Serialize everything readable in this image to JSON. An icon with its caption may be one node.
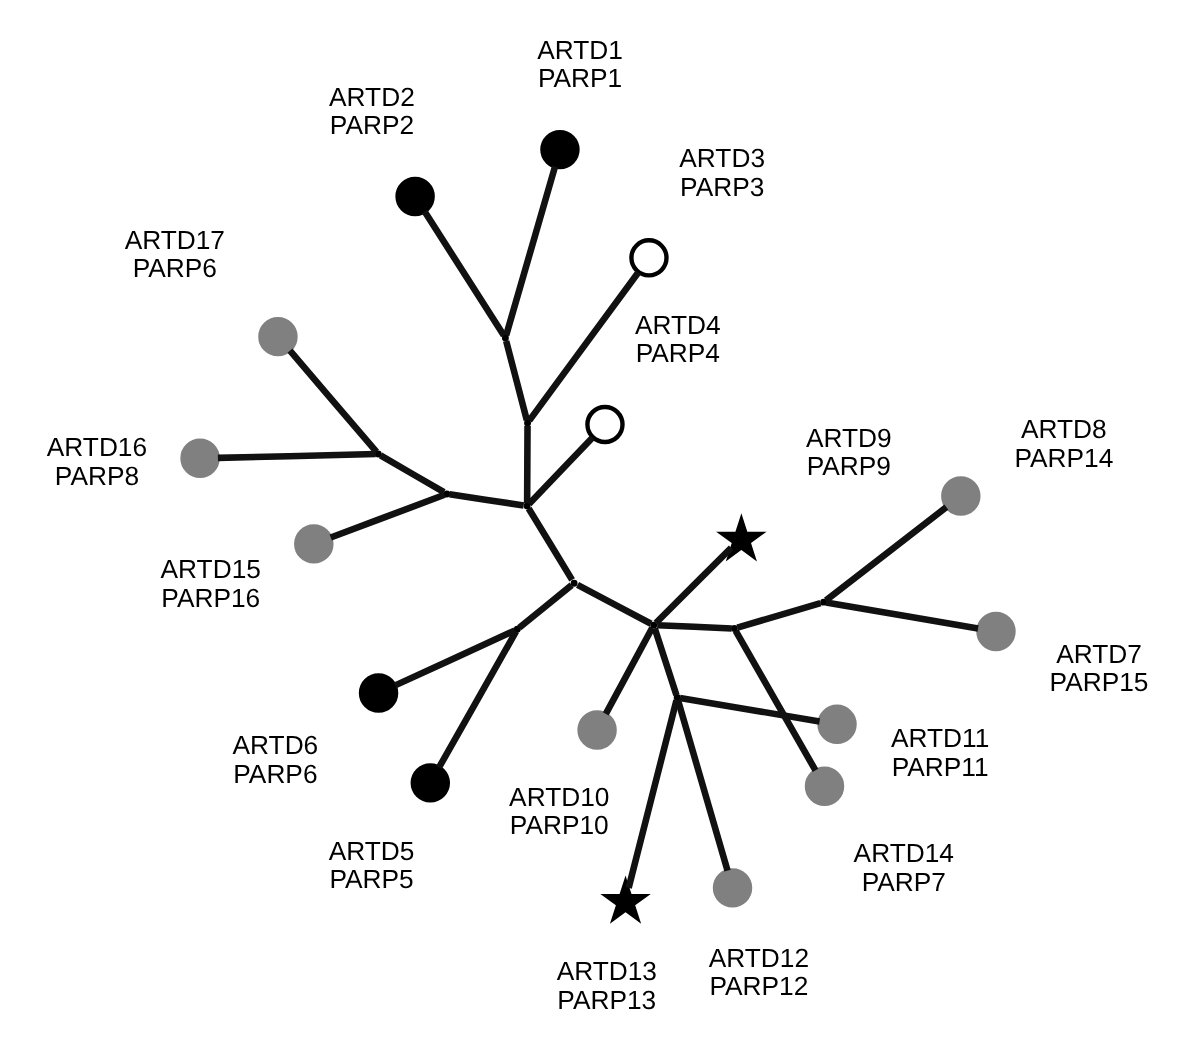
{
  "diagram": {
    "nodes": [
      {
        "text": [],
        "shape": "circle",
        "beside": [
          "ARTD5 PARP5"
        ]
      },
      {
        "text": [],
        "shape": "circle",
        "beside": [
          "ARTD6 PARP6"
        ]
      },
      {
        "text": [],
        "shape": "circle",
        "beside": [
          "ARTD3 PARP3"
        ]
      },
      {
        "text": [],
        "shape": "cross",
        "beside": [
          "ARTD9 PARP9"
        ]
      },
      {
        "text": [],
        "shape": "circle",
        "beside": [
          "ARTD2 PARP2"
        ]
      },
      {
        "text": [],
        "shape": "circle",
        "beside": [
          "ARTD11 PARP11"
        ]
      },
      {
        "text": [],
        "shape": "circle",
        "beside": [
          "ARTD12 PARP12"
        ]
      },
      {
        "text": [],
        "shape": "circle",
        "beside": [
          "ARTD1 PARP1"
        ]
      },
      {
        "text": [],
        "shape": "cross",
        "beside": [
          "ARTD13 PARP13"
        ]
      },
      {
        "text": [],
        "shape": "circle",
        "beside": [
          "ARTD4 PARP4"
        ]
      },
      {
        "text": [],
        "shape": "circle",
        "beside": [
          "ARTD14 PARP7"
        ]
      },
      {
        "text": [],
        "shape": "circle",
        "beside": [
          "ARTD7 PARP15"
        ]
      },
      {
        "text": [],
        "shape": "circle",
        "beside": [
          "ARTD15 PARP16"
        ]
      },
      {
        "text": [],
        "shape": "circle",
        "beside": [
          "ARTD8 PARP14"
        ]
      },
      {
        "text": [],
        "shape": "circle",
        "beside": [
          "ARTD10 PARP10"
        ]
      },
      {
        "text": [],
        "shape": "circle",
        "beside": [
          "ARTD16 PARP8"
        ]
      },
      {
        "text": [],
        "shape": "circle",
        "beside": [
          "ARTD17 PARP6"
        ]
      },
      {
        "text": [],
        "shape": "point"
      },
      {
        "text": [],
        "shape": "point"
      },
      {
        "text": [],
        "shape": "point"
      },
      {
        "text": [],
        "shape": "point"
      },
      {
        "text": [],
        "shape": "point"
      },
      {
        "text": [],
        "shape": "point"
      },
      {
        "text": [],
        "shape": "point"
      },
      {
        "text": [],
        "shape": "point"
      },
      {
        "text": [],
        "shape": "point"
      },
      {
        "text": [],
        "shape": "point"
      },
      {
        "text": [],
        "shape": "point"
      }
    ],
    "edges": [
      {
        "from": 17,
        "to": 0,
        "arrow": "none"
      },
      {
        "from": 17,
        "to": 1,
        "arrow": "none"
      },
      {
        "from": 18,
        "to": 7,
        "arrow": "none"
      },
      {
        "from": 18,
        "to": 4,
        "arrow": "none"
      },
      {
        "from": 19,
        "to": 18,
        "arrow": "none"
      },
      {
        "from": 19,
        "to": 2,
        "arrow": "none"
      },
      {
        "from": 21,
        "to": 19,
        "arrow": "none"
      },
      {
        "from": 21,
        "to": 9,
        "arrow": "none"
      },
      {
        "from": 21,
        "to": 25,
        "arrow": "none"
      },
      {
        "from": 25,
        "to": 12,
        "arrow": "none"
      },
      {
        "from": 25,
        "to": 27,
        "arrow": "none"
      },
      {
        "from": 27,
        "to": 15,
        "arrow": "none"
      },
      {
        "from": 27,
        "to": 16,
        "arrow": "none"
      },
      {
        "from": 22,
        "to": 21,
        "arrow": "none"
      },
      {
        "from": 22,
        "to": 17,
        "arrow": "none"
      },
      {
        "from": 22,
        "to": 23,
        "arrow": "none"
      },
      {
        "from": 23,
        "to": 3,
        "arrow": "none"
      },
      {
        "from": 23,
        "to": 20,
        "arrow": "none"
      },
      {
        "from": 20,
        "to": 5,
        "arrow": "none"
      },
      {
        "from": 20,
        "to": 6,
        "arrow": "none"
      },
      {
        "from": 20,
        "to": 8,
        "arrow": "none"
      },
      {
        "from": 23,
        "to": 14,
        "arrow": "none"
      },
      {
        "from": 23,
        "to": 24,
        "arrow": "none"
      },
      {
        "from": 24,
        "to": 10,
        "arrow": "none"
      },
      {
        "from": 24,
        "to": 26,
        "arrow": "none"
      },
      {
        "from": 26,
        "to": 11,
        "arrow": "none"
      },
      {
        "from": 26,
        "to": 13,
        "arrow": "none"
      }
    ]
  }
}
